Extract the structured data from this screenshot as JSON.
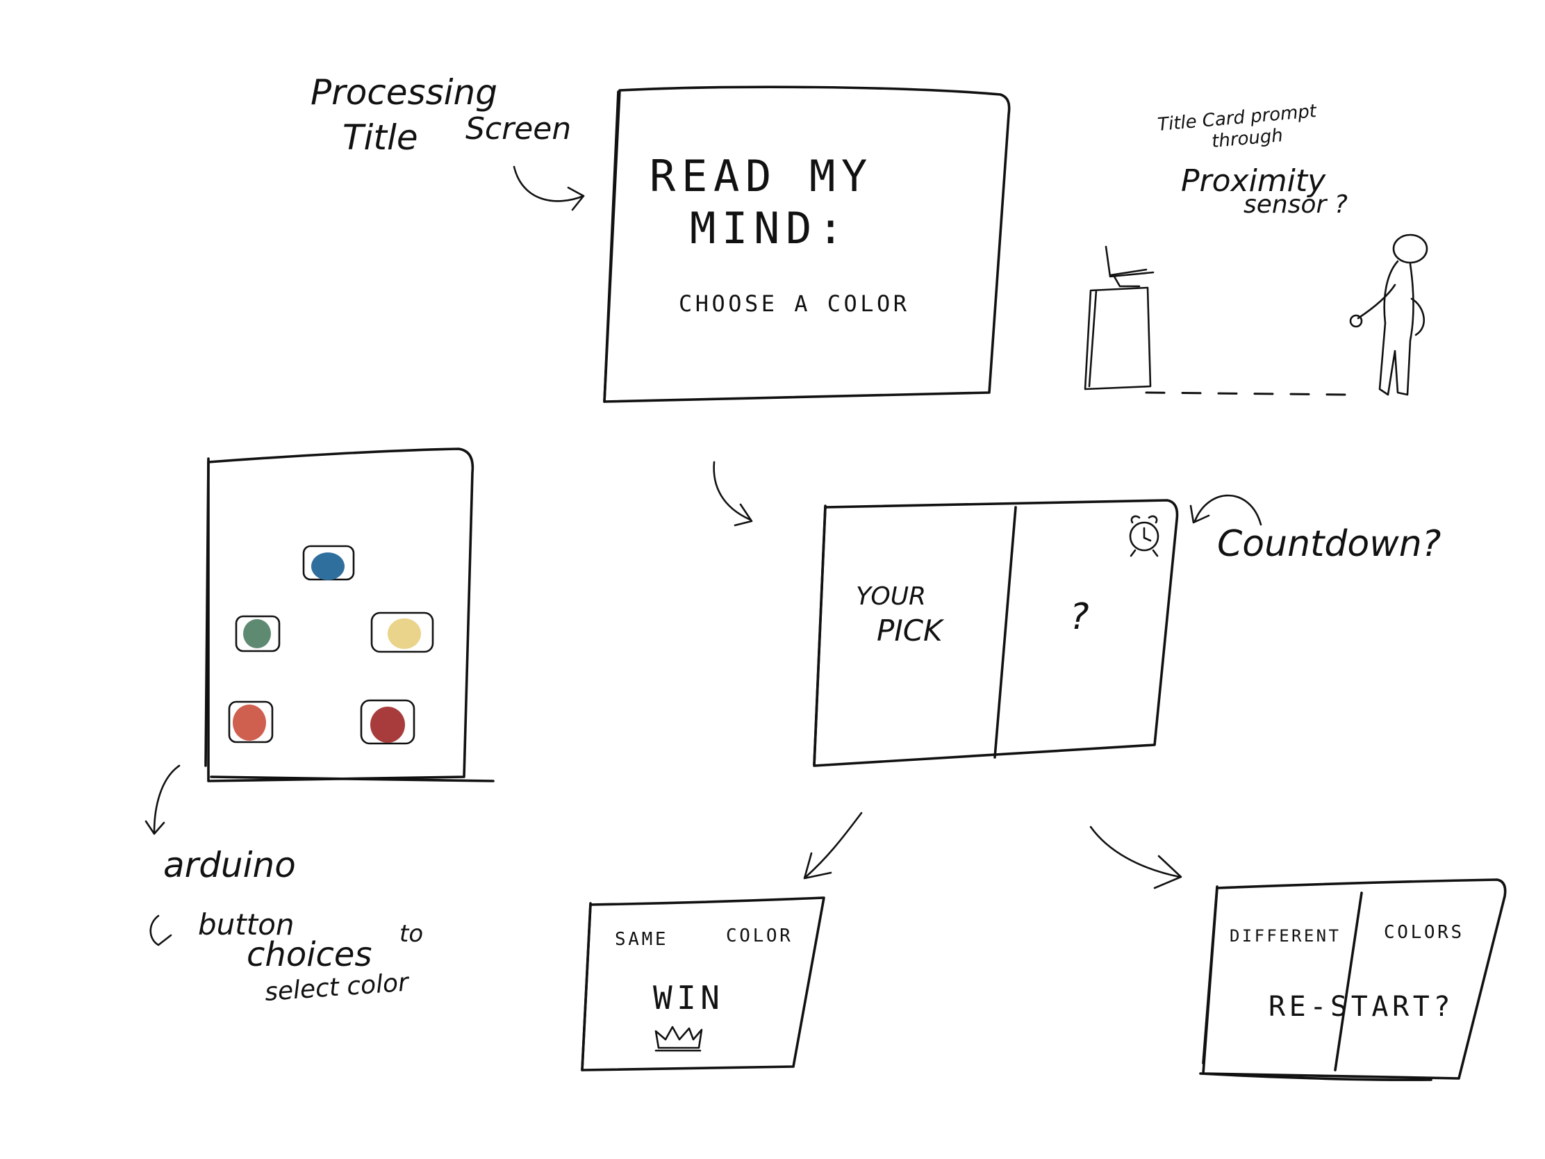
{
  "annotations": {
    "processing_line1": "Processing",
    "processing_line2": "Title",
    "processing_line3": "Screen",
    "proximity_line1": "Title Card prompt",
    "proximity_line2": "through",
    "proximity_line3": "Proximity",
    "proximity_line4": "sensor ?",
    "countdown": "Countdown?",
    "arduino": "arduino",
    "button_line1": "button",
    "button_line2": "choices",
    "button_line3": "to",
    "button_line4": "select color"
  },
  "title_screen": {
    "line1": "READ MY",
    "line2": "MIND:",
    "subtitle": "CHOOSE A COLOR"
  },
  "pick_screen": {
    "left_line1": "YOUR",
    "left_line2": "PICK",
    "right_mark": "?"
  },
  "win_screen": {
    "left": "SAME",
    "right": "COLOR",
    "result": "WIN"
  },
  "lose_screen": {
    "left": "DIFFERENT",
    "right": "COLORS",
    "result": "RE-START?"
  },
  "arduino_buttons": [
    {
      "color": "#2f6f9e"
    },
    {
      "color": "#5f8a72"
    },
    {
      "color": "#ead38a"
    },
    {
      "color": "#cf5f4e"
    },
    {
      "color": "#a83c3c"
    }
  ]
}
